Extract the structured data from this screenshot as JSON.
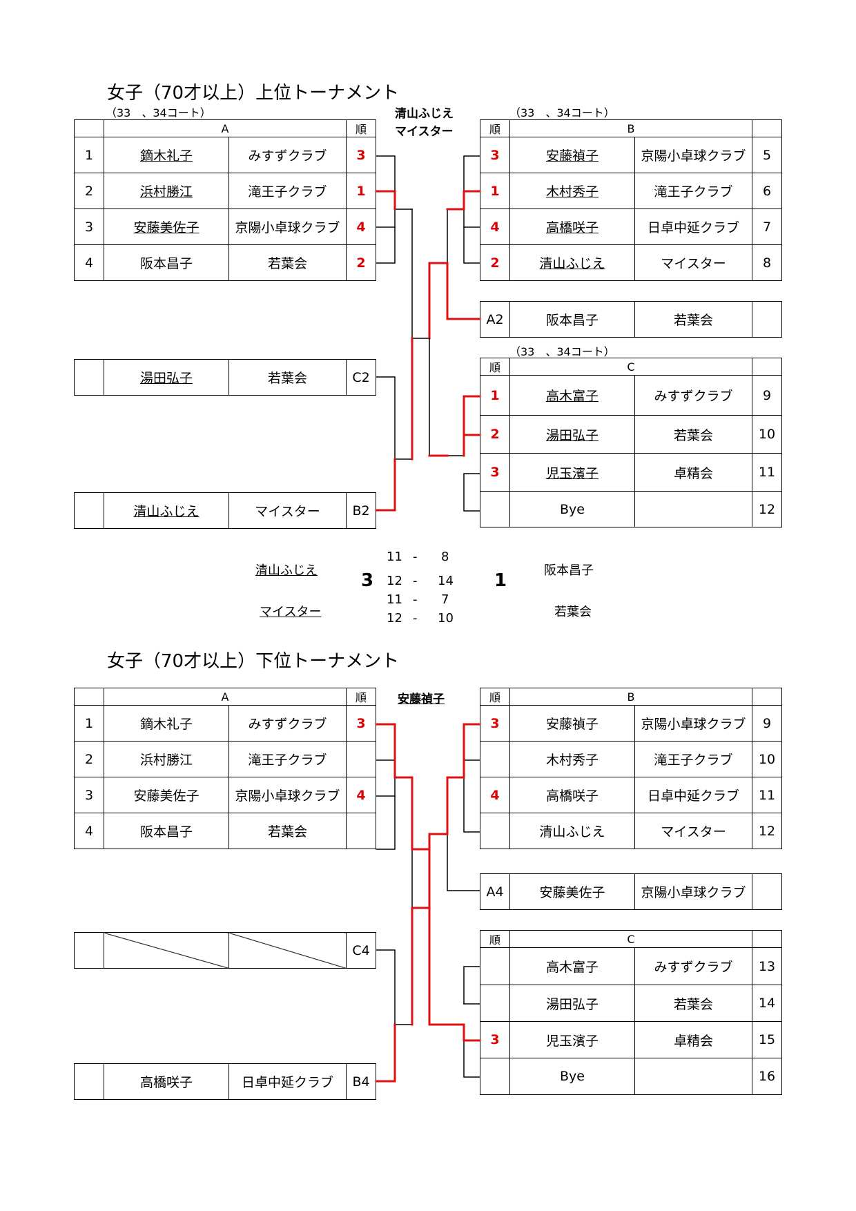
{
  "upper": {
    "title": "女子（70才以上）上位トーナメント",
    "court_a": "（33　、34コート）",
    "court_b": "（33　、34コート）",
    "court_c": "（33　、34コート）",
    "winner_name": "清山ふじえ",
    "winner_club": "マイスター",
    "group_a": {
      "label": "A",
      "rank_header": "順",
      "rows": [
        {
          "no": "1",
          "name": "鏑木礼子",
          "club": "みすずクラブ",
          "rank": "3"
        },
        {
          "no": "2",
          "name": "浜村勝江",
          "club": "滝王子クラブ",
          "rank": "1"
        },
        {
          "no": "3",
          "name": "安藤美佐子",
          "club": "京陽小卓球クラブ",
          "rank": "4"
        },
        {
          "no": "4",
          "name": "阪本昌子",
          "club": "若葉会",
          "rank": "2"
        }
      ]
    },
    "group_b": {
      "label": "B",
      "rank_header": "順",
      "rows": [
        {
          "rank": "3",
          "name": "安藤禎子",
          "club": "京陽小卓球クラブ",
          "no": "5"
        },
        {
          "rank": "1",
          "name": "木村秀子",
          "club": "滝王子クラブ",
          "no": "6"
        },
        {
          "rank": "4",
          "name": "高橋咲子",
          "club": "日卓中延クラブ",
          "no": "7"
        },
        {
          "rank": "2",
          "name": "清山ふじえ",
          "club": "マイスター",
          "no": "8"
        }
      ]
    },
    "seed_a2": {
      "slot": "A2",
      "name": "阪本昌子",
      "club": "若葉会"
    },
    "group_c": {
      "label": "C",
      "rank_header": "順",
      "rows": [
        {
          "rank": "1",
          "name": "高木富子",
          "club": "みすずクラブ",
          "no": "9"
        },
        {
          "rank": "2",
          "name": "湯田弘子",
          "club": "若葉会",
          "no": "10"
        },
        {
          "rank": "3",
          "name": "児玉濱子",
          "club": "卓精会",
          "no": "11"
        },
        {
          "rank": "",
          "name": "Bye",
          "club": "",
          "no": "12"
        }
      ]
    },
    "seed_c2": {
      "slot": "C2",
      "name": "湯田弘子",
      "club": "若葉会"
    },
    "seed_b2": {
      "slot": "B2",
      "name": "清山ふじえ",
      "club": "マイスター"
    },
    "final": {
      "left_name": "清山ふじえ",
      "left_club": "マイスター",
      "left_score": "3",
      "right_name": "阪本昌子",
      "right_club": "若葉会",
      "right_score": "1",
      "games": [
        {
          "l": "11",
          "sep": "-",
          "r": "8"
        },
        {
          "l": "12",
          "sep": "-",
          "r": "14"
        },
        {
          "l": "11",
          "sep": "-",
          "r": "7"
        },
        {
          "l": "12",
          "sep": "-",
          "r": "10"
        }
      ]
    }
  },
  "lower": {
    "title": "女子（70才以上）下位トーナメント",
    "winner_name": "安藤禎子",
    "group_a": {
      "label": "A",
      "rank_header": "順",
      "rows": [
        {
          "no": "1",
          "name": "鏑木礼子",
          "club": "みすずクラブ",
          "rank": "3"
        },
        {
          "no": "2",
          "name": "浜村勝江",
          "club": "滝王子クラブ",
          "rank": ""
        },
        {
          "no": "3",
          "name": "安藤美佐子",
          "club": "京陽小卓球クラブ",
          "rank": "4"
        },
        {
          "no": "4",
          "name": "阪本昌子",
          "club": "若葉会",
          "rank": ""
        }
      ]
    },
    "group_b": {
      "label": "B",
      "rank_header": "順",
      "rows": [
        {
          "rank": "3",
          "name": "安藤禎子",
          "club": "京陽小卓球クラブ",
          "no": "9"
        },
        {
          "rank": "",
          "name": "木村秀子",
          "club": "滝王子クラブ",
          "no": "10"
        },
        {
          "rank": "4",
          "name": "高橋咲子",
          "club": "日卓中延クラブ",
          "no": "11"
        },
        {
          "rank": "",
          "name": "清山ふじえ",
          "club": "マイスター",
          "no": "12"
        }
      ]
    },
    "seed_a4": {
      "slot": "A4",
      "name": "安藤美佐子",
      "club": "京陽小卓球クラブ"
    },
    "group_c": {
      "label": "C",
      "rank_header": "順",
      "rows": [
        {
          "rank": "",
          "name": "高木富子",
          "club": "みすずクラブ",
          "no": "13"
        },
        {
          "rank": "",
          "name": "湯田弘子",
          "club": "若葉会",
          "no": "14"
        },
        {
          "rank": "3",
          "name": "児玉濱子",
          "club": "卓精会",
          "no": "15"
        },
        {
          "rank": "",
          "name": "Bye",
          "club": "",
          "no": "16"
        }
      ]
    },
    "seed_c4": {
      "slot": "C4",
      "name": "",
      "club": ""
    },
    "seed_b4": {
      "slot": "B4",
      "name": "高橋咲子",
      "club": "日卓中延クラブ"
    }
  },
  "colors": {
    "winner_line": "#dd1111",
    "line": "#000000",
    "rank_text": "#dd0000"
  }
}
